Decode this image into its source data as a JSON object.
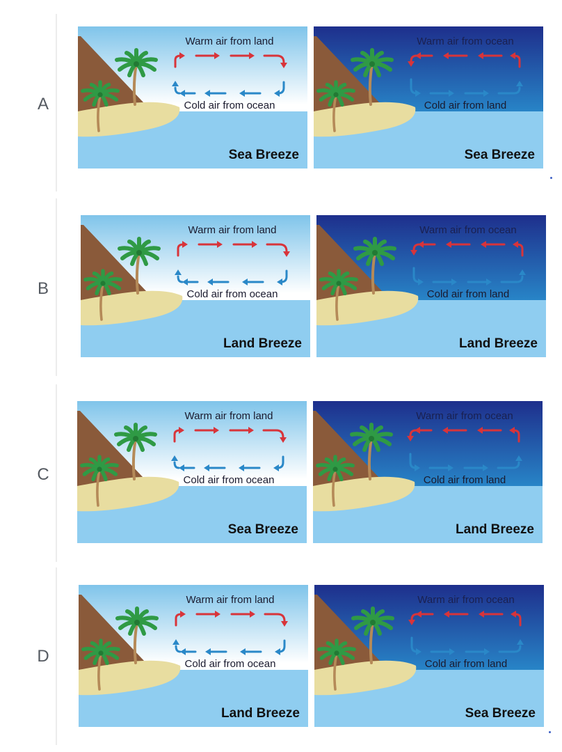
{
  "options": [
    {
      "letter": "A",
      "day": {
        "top": "Warm air from land",
        "bottom": "Cold air from ocean",
        "label": "Sea Breeze"
      },
      "night": {
        "top": "Warm air from ocean",
        "bottom": "Cold air from land",
        "label": "Sea Breeze"
      }
    },
    {
      "letter": "B",
      "day": {
        "top": "Warm air from land",
        "bottom": "Cold air from ocean",
        "label": "Land Breeze"
      },
      "night": {
        "top": "Warm air from ocean",
        "bottom": "Cold air from land",
        "label": "Land Breeze"
      }
    },
    {
      "letter": "C",
      "day": {
        "top": "Warm air from land",
        "bottom": "Cold air from ocean",
        "label": "Sea Breeze"
      },
      "night": {
        "top": "Warm air from ocean",
        "bottom": "Cold air from land",
        "label": "Land Breeze"
      }
    },
    {
      "letter": "D",
      "day": {
        "top": "Warm air from land",
        "bottom": "Cold air from ocean",
        "label": "Land Breeze"
      },
      "night": {
        "top": "Warm air from ocean",
        "bottom": "Cold air from land",
        "label": "Sea Breeze"
      }
    }
  ],
  "colors": {
    "day_sky_top": "#7fc4ea",
    "day_sky_bottom": "#ffffff",
    "night_sky_top": "#1e2f8c",
    "night_sky_bottom": "#2a9ad6",
    "sea": "#8fcdf0",
    "sand": "#e8dda0",
    "hill": "#8a5a3a",
    "warm_arrow": "#d8343a",
    "cold_arrow": "#2a88c8",
    "palm_leaf": "#2f9a45",
    "trunk": "#b58a58",
    "letter": "#555a61"
  },
  "icons": [
    "palm-tree-icon",
    "hill-icon",
    "warm-air-arrow-icon",
    "cold-air-arrow-icon"
  ]
}
